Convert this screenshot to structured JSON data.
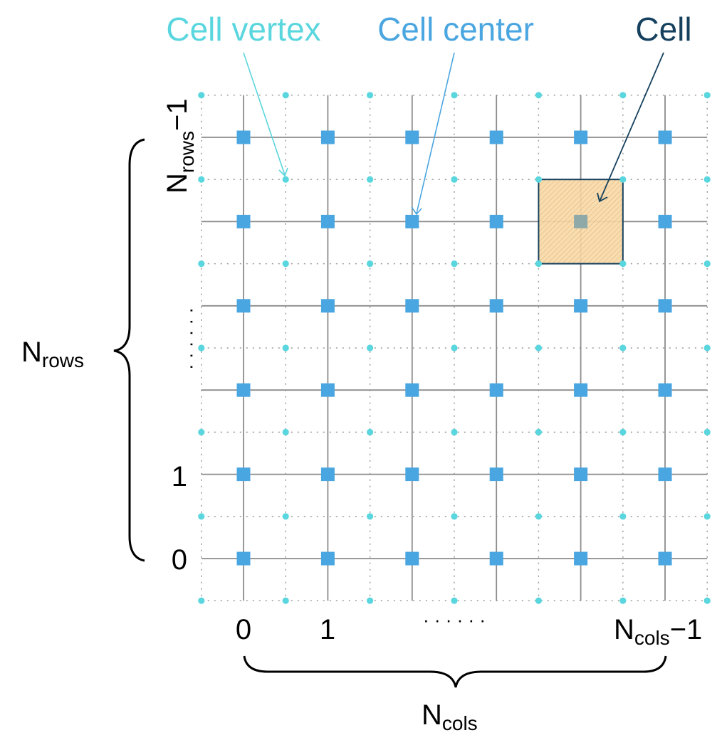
{
  "labels": {
    "vertex": {
      "text": "Cell vertex",
      "color": "#5ad6de"
    },
    "center": {
      "text": "Cell center",
      "color": "#4aa6e0"
    },
    "cell": {
      "text": "Cell",
      "color": "#15405e"
    }
  },
  "axes": {
    "row_top": {
      "base": "N",
      "sub": "rows",
      "suffix": "−1"
    },
    "row_ticks": [
      "1",
      "0"
    ],
    "row_dots": "· · · · · ·",
    "rows_brace": {
      "base": "N",
      "sub": "rows"
    },
    "col_ticks": [
      "0",
      "1"
    ],
    "col_dots": "· · · · · ·",
    "col_last": {
      "base": "N",
      "sub": "cols",
      "suffix": "−1"
    },
    "cols_brace": {
      "base": "N",
      "sub": "cols"
    }
  },
  "grid": {
    "cols": 6,
    "rows": 6,
    "highlight_cell": {
      "col": 4,
      "row": 4
    }
  },
  "colors": {
    "vertex": "#5ad6de",
    "center": "#4aa6e0",
    "cell_edge": "#15405e",
    "cell_fill": "#f5d29a",
    "grid_line": "#8c8c8c",
    "dotted_line": "#9a9a9a"
  },
  "icons": {
    "rows_brace": "left-curly-brace",
    "cols_brace": "bottom-curly-brace"
  }
}
